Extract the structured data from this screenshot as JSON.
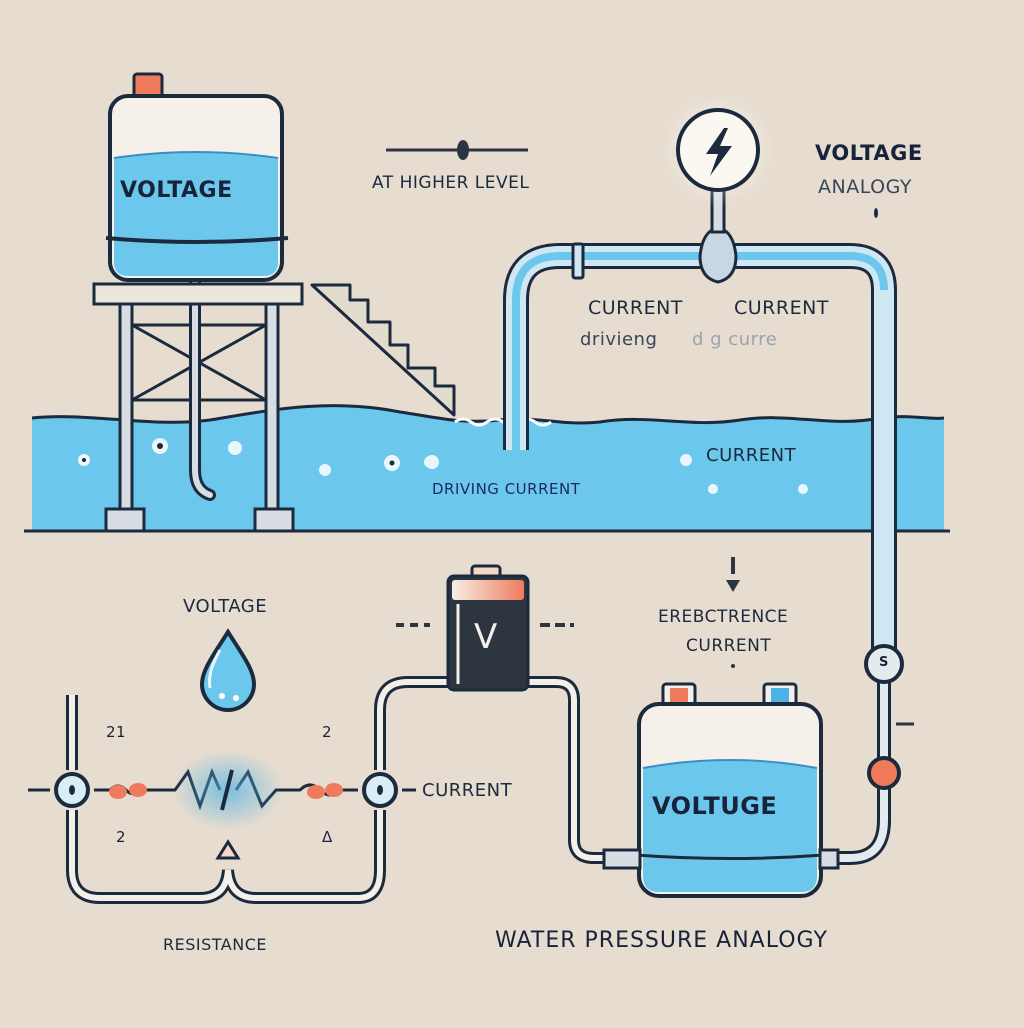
{
  "title": "WATER PRESSURE ANALOGY",
  "colors": {
    "background": "#e6dccf",
    "water": "#6cc7ec",
    "outline": "#1c2a3e",
    "accent_orange": "#ef7b5c",
    "accent_blue": "#4db2e4",
    "battery_body": "#2d3540"
  },
  "top_section": {
    "tank_label": "VOLTAGE",
    "higher_level_label": "AT HIGHER LEVEL",
    "gauge_icon": "lightning-bolt-icon",
    "voltage_analogy": {
      "line1": "VOLTAGE",
      "line2": "ANALOGY"
    },
    "pipe_labels": {
      "current_left": "CURRENT",
      "current_right": "CURRENT",
      "driving_left": "drivieng",
      "driving_right": "d   g curre"
    },
    "pool_labels": {
      "driving_current": "DRIVING CURRENT",
      "current": "CURRENT"
    }
  },
  "bottom_section": {
    "voltage_label": "VOLTAGE",
    "drop_icon": "water-drop-icon",
    "battery_label": "V",
    "node_numbers": {
      "top_left": "21",
      "top_right": "2",
      "bottom_left": "2",
      "bottom_right": "Δ"
    },
    "current_label": "CURRENT",
    "resistance_label": "RESISTANCE",
    "erebctrence": {
      "line1": "EREBCTRENCE",
      "line2": "CURRENT"
    },
    "lower_tank_label": "VOLTUGE",
    "valve_label": "S"
  }
}
